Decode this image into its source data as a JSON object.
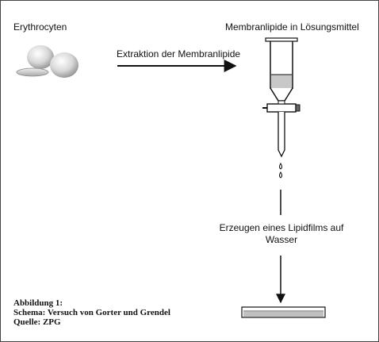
{
  "labels": {
    "erythrocytes": "Erythrocyten",
    "membrane_lipids": "Membranlipide in Lösungsmittel",
    "extraction": "Extraktion der Membranlipide",
    "lipid_film": "Erzeugen eines Lipidfilms auf Wasser"
  },
  "caption": {
    "line1": "Abbildung 1:",
    "line2": "Schema: Versuch von Gorter und Grendel",
    "line3": "Quelle: ZPG"
  },
  "colors": {
    "stroke": "#111111",
    "cell_fill": "#d8d8d8",
    "liquid_fill": "#c8c8c8",
    "water_fill": "#c0c0c0"
  }
}
